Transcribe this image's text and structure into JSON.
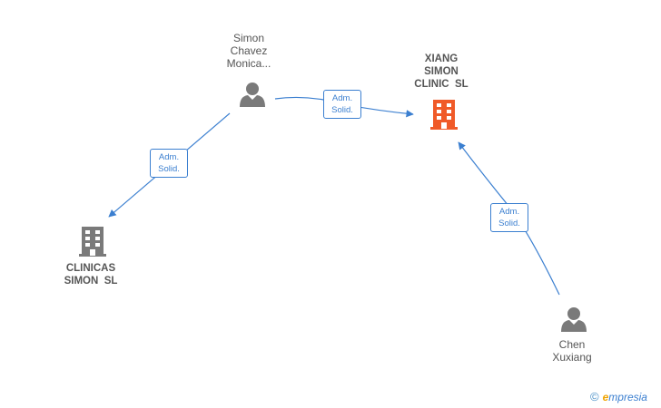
{
  "nodes": {
    "simon_chavez": {
      "label_lines": [
        "Simon",
        "Chavez",
        "Monica..."
      ],
      "kind": "person"
    },
    "xiang_simon_clinic": {
      "label_lines": [
        "XIANG",
        "SIMON",
        "CLINIC  SL"
      ],
      "kind": "company",
      "highlighted": true
    },
    "clinicas_simon": {
      "label_lines": [
        "CLINICAS",
        "SIMON  SL"
      ],
      "kind": "company"
    },
    "chen_xuxiang": {
      "label_lines": [
        "Chen",
        "Xuxiang"
      ],
      "kind": "person"
    }
  },
  "edges": [
    {
      "from": "simon_chavez",
      "to": "xiang_simon_clinic",
      "label_lines": [
        "Adm.",
        "Solid."
      ]
    },
    {
      "from": "simon_chavez",
      "to": "clinicas_simon",
      "label_lines": [
        "Adm.",
        "Solid."
      ]
    },
    {
      "from": "chen_xuxiang",
      "to": "xiang_simon_clinic",
      "label_lines": [
        "Adm.",
        "Solid."
      ]
    }
  ],
  "brand": {
    "copyright_symbol": "©",
    "first_letter": "e",
    "rest": "mpresia"
  },
  "colors": {
    "edge": "#3b7fd0",
    "person_icon": "#7a7a7a",
    "company_icon": "#7a7a7a",
    "highlight_company_icon": "#f05a28",
    "label_text": "#555555"
  },
  "icons": {
    "person": "person-icon",
    "company": "building-icon"
  }
}
